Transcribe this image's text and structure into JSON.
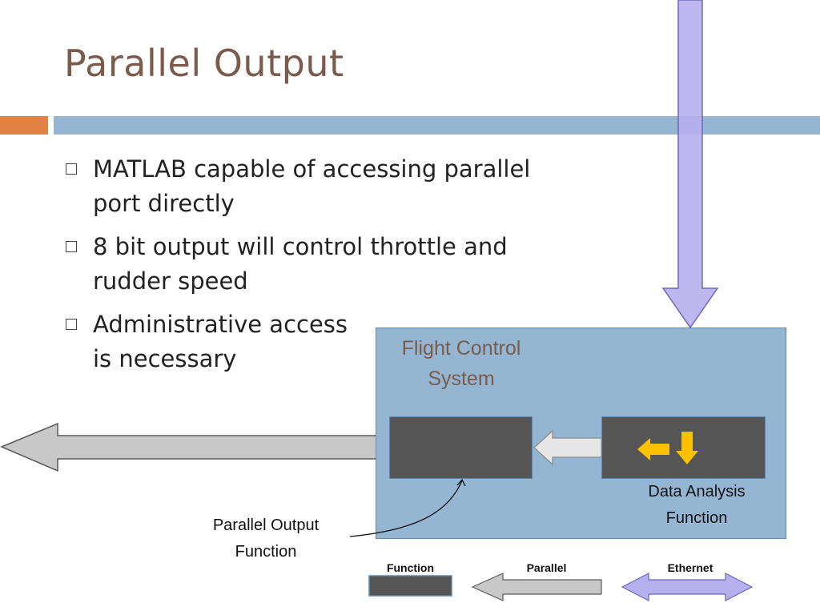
{
  "slide": {
    "title": "Parallel Output",
    "bullets": [
      "MATLAB capable of accessing parallel\nport directly",
      "8 bit output will control throttle and\nrudder speed",
      "Administrative access\n   is necessary"
    ]
  },
  "diagram": {
    "system_label": "Flight Control\nSystem",
    "data_analysis_label": "Data Analysis\nFunction",
    "parallel_output_label": "Parallel Output\nFunction",
    "data_analysis_icons": [
      "arrow-left-icon",
      "arrow-down-icon"
    ]
  },
  "legend": {
    "function_label": "Function",
    "parallel_label": "Parallel",
    "ethernet_label": "Ethernet"
  },
  "colors": {
    "title": "#7a5b4c",
    "accent_orange": "#df8244",
    "accent_blue": "#94b6d2",
    "function_block": "#555555",
    "ethernet": "#b7b0ee",
    "parallel": "#c8c8c8",
    "icon_yellow": "#ffc000"
  }
}
